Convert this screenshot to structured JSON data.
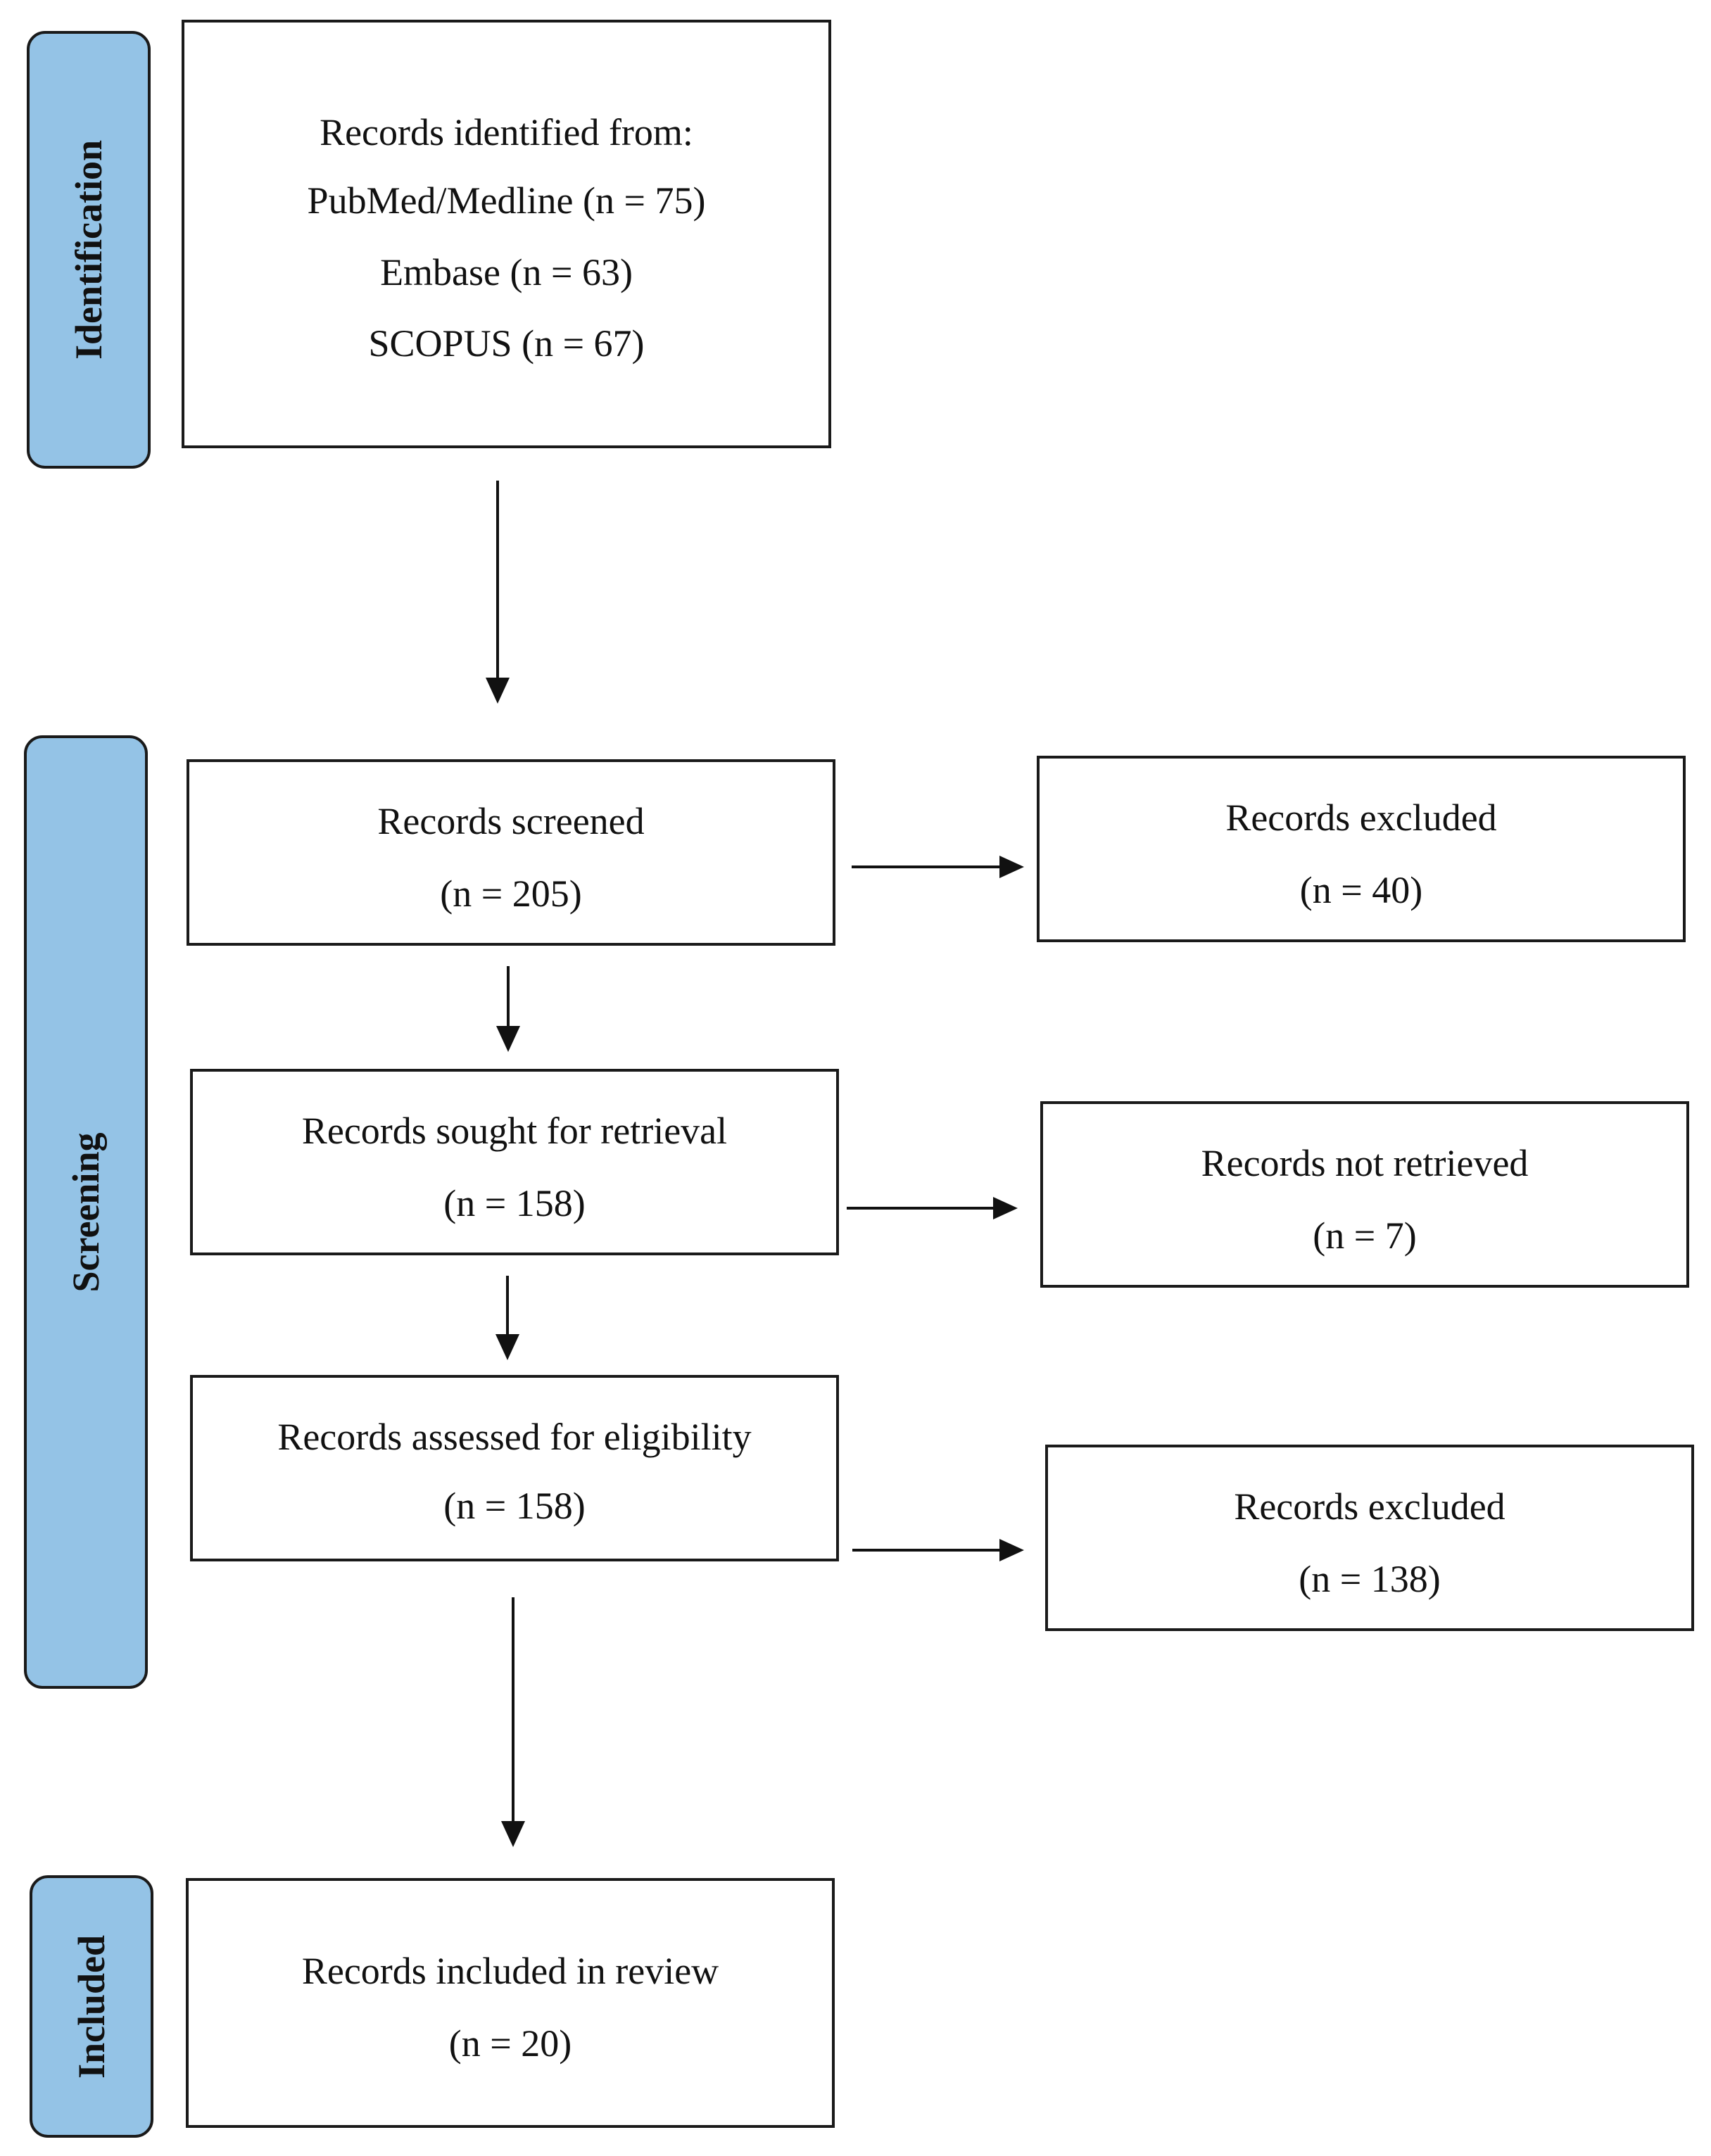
{
  "stages": {
    "identification": "Identification",
    "screening": "Screening",
    "included": "Included"
  },
  "identification": {
    "heading": "Records identified from:",
    "sources": [
      "PubMed/Medline (n = 75)",
      "Embase (n = 63)",
      "SCOPUS (n = 67)"
    ]
  },
  "screened": {
    "label": "Records screened",
    "count": "(n = 205)"
  },
  "excluded_screening": {
    "label": "Records excluded",
    "count": "(n = 40)"
  },
  "sought": {
    "label": "Records sought for retrieval",
    "count": "(n = 158)"
  },
  "not_retrieved": {
    "label": "Records not retrieved",
    "count": "(n = 7)"
  },
  "assessed": {
    "label": "Records assessed for eligibility",
    "count": "(n = 158)"
  },
  "excluded_eligibility": {
    "label": "Records excluded",
    "count": "(n = 138)"
  },
  "included": {
    "label": "Records included in review",
    "count": "(n = 20)"
  }
}
